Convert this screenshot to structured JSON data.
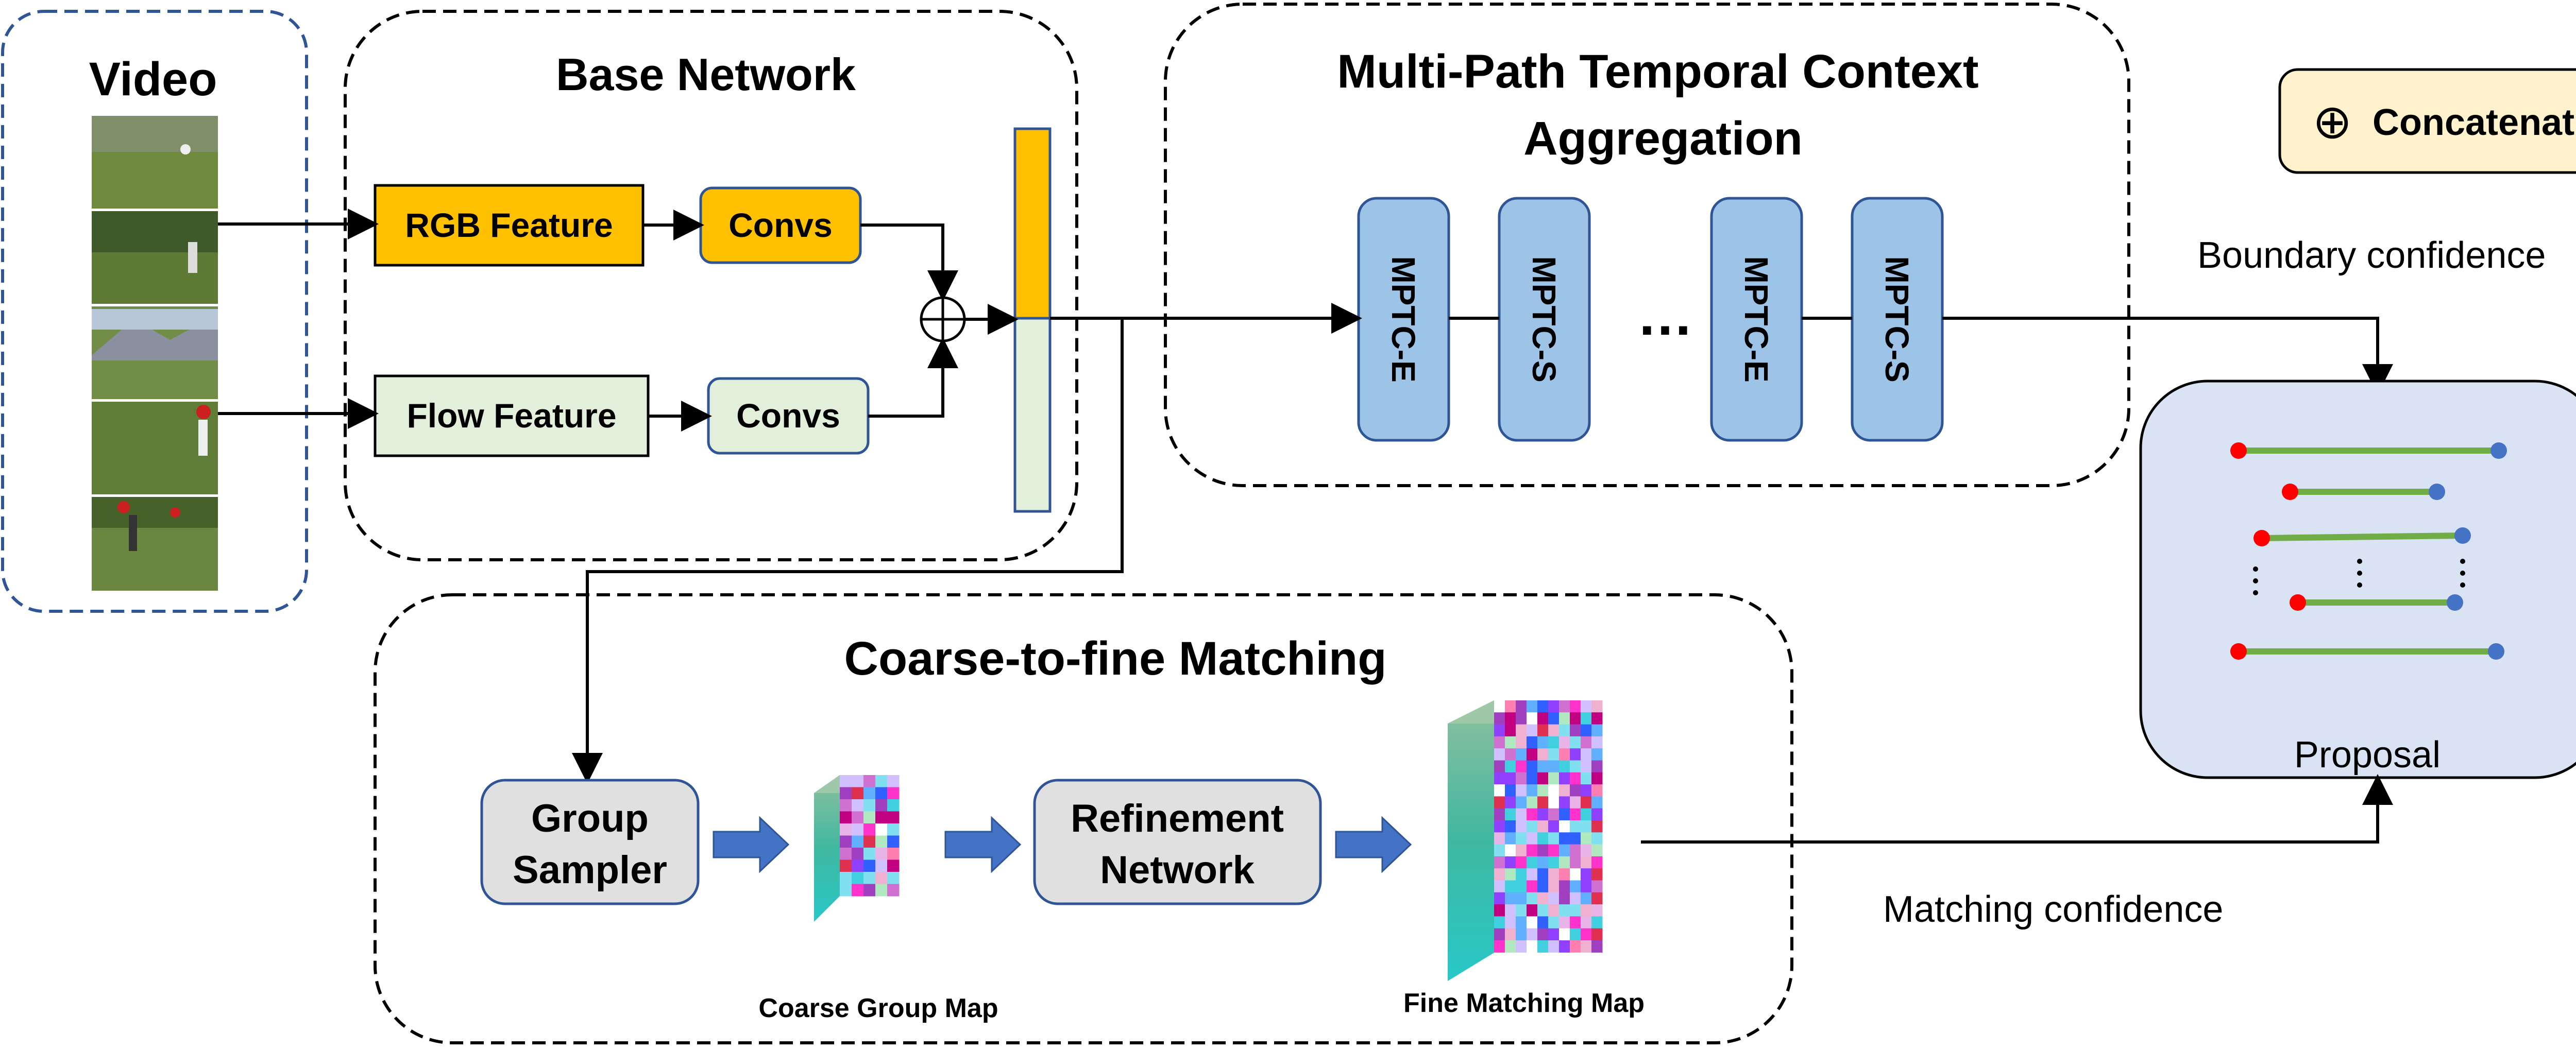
{
  "video": {
    "title": "Video"
  },
  "base_network": {
    "title": "Base Network",
    "rgb_feature": "RGB Feature",
    "flow_feature": "Flow Feature",
    "convs_top": "Convs",
    "convs_bottom": "Convs"
  },
  "mptc": {
    "title_line1": "Multi-Path Temporal Context",
    "title_line2": "Aggregation",
    "blocks": [
      "MPTC-E",
      "MPTC-S",
      "MPTC-E",
      "MPTC-S"
    ],
    "ellipsis": "…"
  },
  "legend": {
    "symbol": "⊕",
    "label": "Concatenate"
  },
  "proposal": {
    "title": "Proposal",
    "boundary_label": "Boundary confidence",
    "matching_label": "Matching confidence"
  },
  "matching": {
    "title": "Coarse-to-fine Matching",
    "group_sampler_line1": "Group",
    "group_sampler_line2": "Sampler",
    "refinement_line1": "Refinement",
    "refinement_line2": "Network",
    "coarse_map_label": "Coarse Group Map",
    "fine_map_label": "Fine Matching Map"
  },
  "colors": {
    "orange": "#ffc000",
    "light_green": "#e2efda",
    "blue_block": "#9dc3e6",
    "gray_block": "#e0e0e0",
    "legend_bg": "#fff2cc",
    "proposal_bg": "#dae3f3",
    "segment_green": "#70ad47",
    "start_red": "#ff0000",
    "end_blue": "#4472c4",
    "arrow_blue": "#4472c4"
  }
}
